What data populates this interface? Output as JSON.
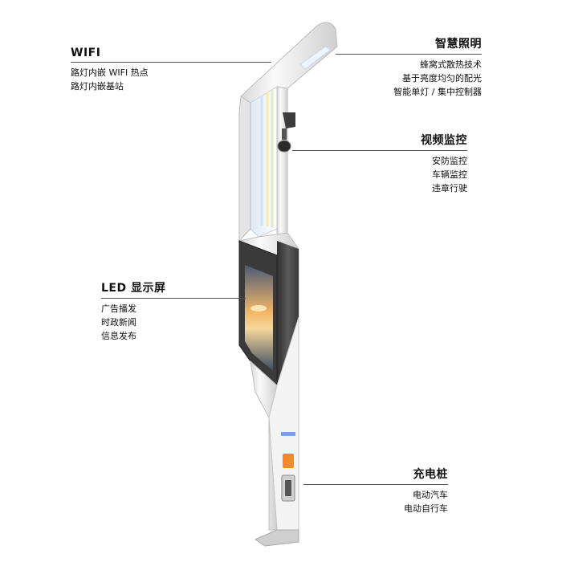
{
  "callouts": {
    "wifi": {
      "title": "WIFI",
      "items": [
        "路灯内嵌 WIFI 热点",
        "路灯内嵌基站"
      ]
    },
    "lighting": {
      "title": "智慧照明",
      "items": [
        "蜂窝式散热技术",
        "基于亮度均匀的配光",
        "智能单灯 / 集中控制器"
      ]
    },
    "video": {
      "title": "视频监控",
      "items": [
        "安防监控",
        "车辆监控",
        "违章行驶"
      ]
    },
    "led": {
      "title": "LED 显示屏",
      "items": [
        "广告播发",
        "时政新闻",
        "信息发布"
      ]
    },
    "charging": {
      "title": "充电桩",
      "items": [
        "电动汽车",
        "电动自行车"
      ]
    }
  },
  "colors": {
    "pole_light": "#f2f2f2",
    "pole_shadow": "#c8c8c8",
    "pole_dark": "#4a4a4a",
    "led_glow": "#e6eef7",
    "accent_orange": "#f08a2a",
    "screen_sky": "#6b7a94",
    "screen_sun": "#f5c06a"
  }
}
